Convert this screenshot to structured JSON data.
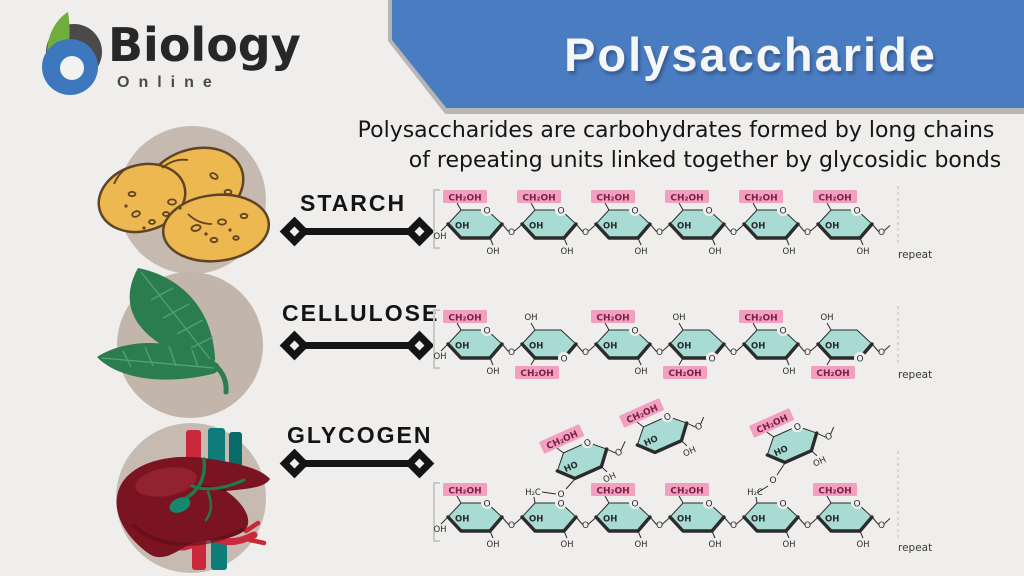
{
  "page": {
    "background": "#efeeec"
  },
  "logo": {
    "brand": "Biology",
    "subbrand": "Online",
    "leaf_color": "#6fae3e",
    "swirl_color": "#4a4a4a",
    "circle_color": "#3d78bf"
  },
  "banner": {
    "title": "Polysaccharide",
    "bg_color": "#4a7cc2",
    "shadow_color": "#b7b6b4",
    "text_color": "#f4f6f8"
  },
  "definition": {
    "line1": "Polysaccharides are carbohydrates formed by long chains",
    "line2": "of repeating units linked together by glycosidic bonds"
  },
  "rows": [
    {
      "id": "starch",
      "label": "STARCH",
      "illustration": "potatoes-icon"
    },
    {
      "id": "cellulose",
      "label": "CELLULOSE",
      "illustration": "leaves-icon"
    },
    {
      "id": "glycogen",
      "label": "GLYCOGEN",
      "illustration": "liver-icon"
    }
  ],
  "molecule": {
    "colors": {
      "ring_fill": "#a7dbd3",
      "ring_stroke": "#2b2b2b",
      "highlight_bg": "#f2a0c0",
      "highlight_text": "#7c1f45",
      "label_text": "#2b2b2b",
      "guide": "#c8c8c6",
      "repeat_text": "#3a3a3a"
    },
    "labels": {
      "ch2oh": "CH₂OH",
      "oh": "OH",
      "ho": "HO",
      "o": "O",
      "h2c": "H₂C",
      "repeat": "repeat"
    },
    "starch": {
      "type": "linear",
      "ring_count": 6
    },
    "cellulose": {
      "type": "alternating",
      "ring_count": 6
    },
    "glycogen": {
      "type": "branched",
      "main_ring_count": 6,
      "branch_ring_count": 3,
      "branch_attach_rings": [
        1,
        4
      ]
    }
  }
}
